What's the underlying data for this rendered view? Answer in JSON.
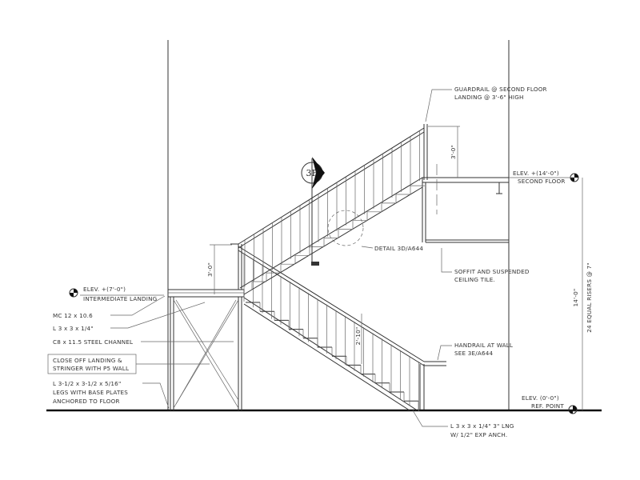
{
  "drawing": {
    "section_marker": "3F",
    "labels": {
      "elev_landing": "ELEV. +(7'-0\")",
      "intermediate_landing": "INTERMEDIATE LANDING",
      "mc_channel": "MC 12 x 10.6",
      "angle_small": "L 3 x 3 x 1/4\"",
      "steel_channel": "C8 x 11.5 STEEL CHANNEL",
      "close_off_1": "CLOSE OFF LANDING &",
      "close_off_2": "STRINGER WITH P5 WALL",
      "legs_1": "L 3-1/2 x 3-1/2 x 5/16\"",
      "legs_2": "LEGS WITH BASE PLATES",
      "legs_3": "ANCHORED TO FLOOR",
      "guardrail_1": "GUARDRAIL @ SECOND FLOOR",
      "guardrail_2": "LANDING @ 3'-6\" HIGH",
      "elev_second": "ELEV. +(14'-0\")",
      "second_floor": "SECOND FLOOR",
      "detail": "DETAIL 3D/A644",
      "soffit_1": "SOFFIT AND SUSPENDED",
      "soffit_2": "CEILING TILE.",
      "handrail_1": "HANDRAIL AT WALL",
      "handrail_2": "SEE 3E/A644",
      "elev_ref": "ELEV. (0'-0\")",
      "ref_point": "REF. POINT",
      "anchor_1": "L 3 x 3 x 1/4\" 3\" LNG",
      "anchor_2": "W/ 1/2\" EXP ANCH.",
      "dim_total": "14'-0\"",
      "dim_risers": "24 EQUAL RISERS @ 7\"",
      "dim_rail_upper": "3'-0\"",
      "dim_rail_landing": "3'-0\"",
      "dim_rail_lower": "2'-10\""
    }
  }
}
